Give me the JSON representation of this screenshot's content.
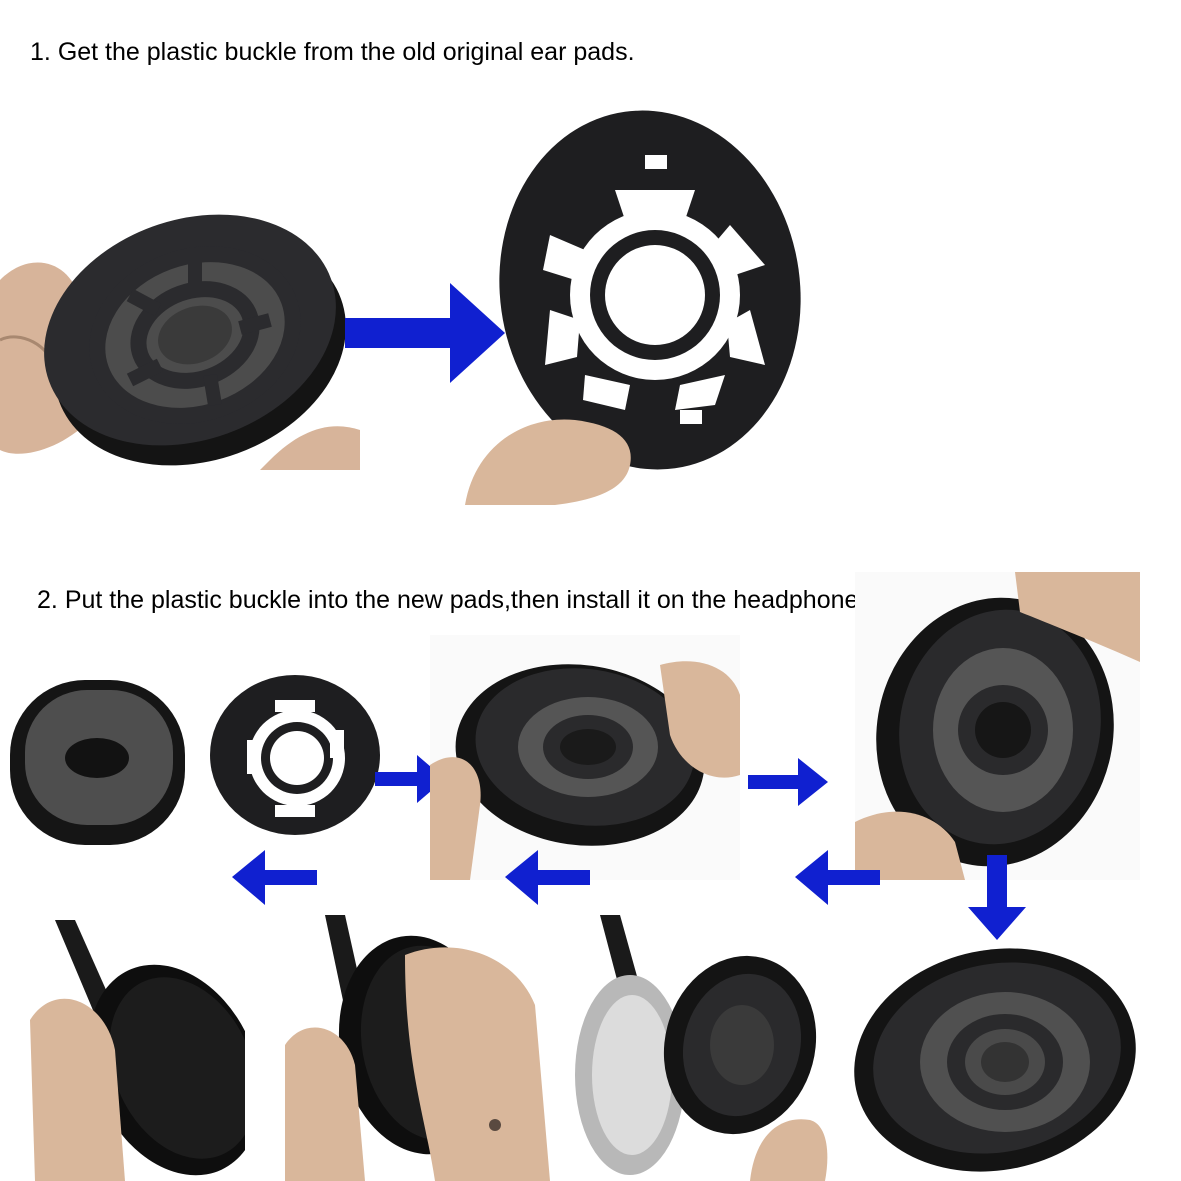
{
  "steps": [
    {
      "number": "1.",
      "text": "Get the plastic buckle from the old original ear pads."
    },
    {
      "number": "2.",
      "text": "Put the plastic buckle into the new pads,then install it on the headphone"
    }
  ],
  "colors": {
    "arrow": "#1020d0",
    "buckle": "#1c1c1e",
    "foam": "#4a4a4a",
    "velour": "#161616",
    "skin": "#d9b79b",
    "background": "#ffffff"
  },
  "icons": [
    "arrow-right-icon",
    "arrow-down-icon",
    "arrow-left-icon"
  ]
}
